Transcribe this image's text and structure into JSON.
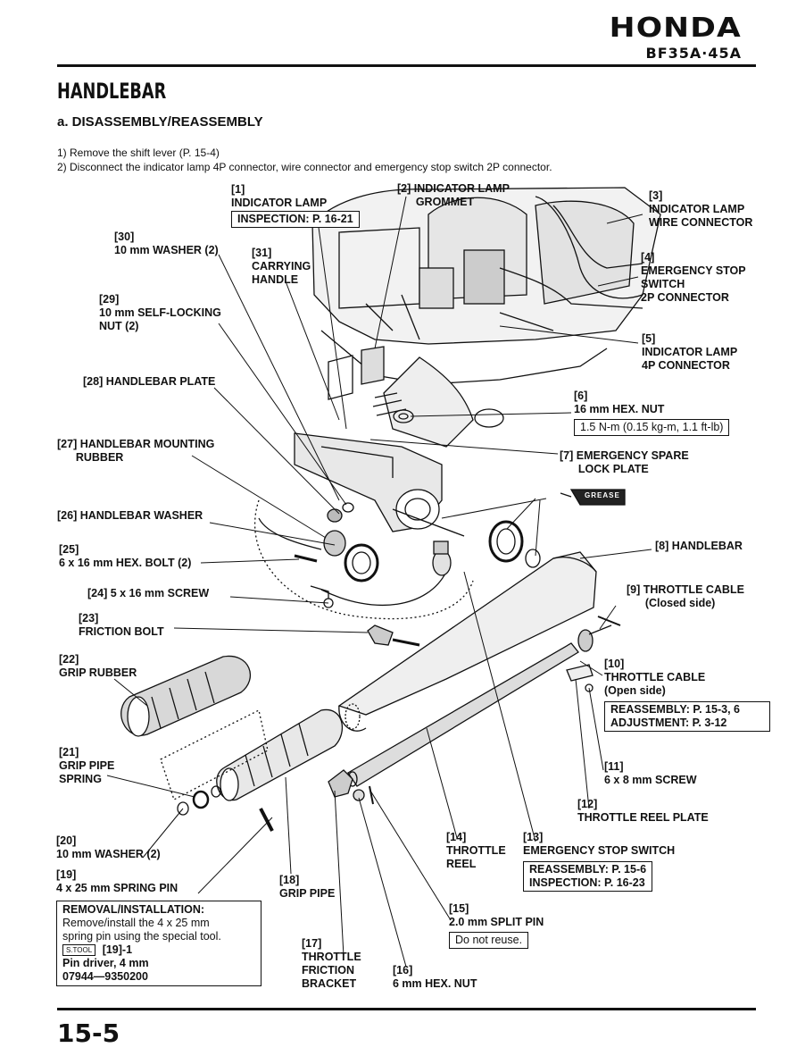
{
  "header": {
    "brand": "HONDA",
    "model": "BF35A·45A"
  },
  "section_title": "HANDLEBAR",
  "subsection_title": "a. DISASSEMBLY/REASSEMBLY",
  "steps": [
    "1) Remove the shift lever (P. 15-4)",
    "2) Disconnect the indicator lamp 4P connector, wire connector and emergency stop switch 2P connector."
  ],
  "callouts": {
    "c1": "[1]\nINDICATOR LAMP",
    "c1_box": "INSPECTION: P. 16-21",
    "c2": "[2] INDICATOR LAMP\n      GROMMET",
    "c3": "[3]\nINDICATOR LAMP\nWIRE CONNECTOR",
    "c4": "[4]\nEMERGENCY STOP\nSWITCH\n2P CONNECTOR",
    "c5": "[5]\nINDICATOR LAMP\n4P CONNECTOR",
    "c6": "[6]\n16 mm HEX. NUT",
    "c6_box": "1.5 N-m (0.15 kg-m, 1.1 ft-lb)",
    "c7": "[7] EMERGENCY SPARE\n      LOCK PLATE",
    "c8": "[8] HANDLEBAR",
    "c9": "[9] THROTTLE CABLE\n      (Closed side)",
    "c10": "[10]\nTHROTTLE CABLE\n(Open side)",
    "c10_box": "REASSEMBLY: P. 15-3, 6\nADJUSTMENT: P. 3-12",
    "c11": "[11]\n6 x 8 mm SCREW",
    "c12": "[12]\nTHROTTLE REEL PLATE",
    "c13": "[13]\nEMERGENCY STOP SWITCH",
    "c13_box": "REASSEMBLY: P. 15-6\nINSPECTION: P. 16-23",
    "c14": "[14]\nTHROTTLE\nREEL",
    "c15": "[15]\n2.0 mm SPLIT PIN",
    "c15_box": "Do not reuse.",
    "c16": "[16]\n6 mm HEX. NUT",
    "c17": "[17]\nTHROTTLE\nFRICTION\nBRACKET",
    "c18": "[18]\nGRIP PIPE",
    "c19": "[19]\n4 x 25 mm SPRING PIN",
    "c20": "[20]\n10 mm WASHER (2)",
    "c21": "[21]\nGRIP PIPE\nSPRING",
    "c22": "[22]\nGRIP RUBBER",
    "c23": "[23]\nFRICTION BOLT",
    "c24": "[24] 5 x 16 mm SCREW",
    "c25": "[25]\n6 x 16 mm HEX. BOLT (2)",
    "c26": "[26] HANDLEBAR WASHER",
    "c27": "[27] HANDLEBAR MOUNTING\n      RUBBER",
    "c28": "[28] HANDLEBAR PLATE",
    "c29": "[29]\n10 mm SELF-LOCKING\nNUT (2)",
    "c30": "[30]\n10 mm WASHER (2)",
    "c31": "[31]\nCARRYING\nHANDLE"
  },
  "removal_box": {
    "title": "REMOVAL/INSTALLATION:",
    "line1": "Remove/install the 4 x 25 mm",
    "line2": "spring pin using the special tool.",
    "tool_badge": "S.TOOL",
    "tool_ref": "[19]-1",
    "tool_name": "Pin driver, 4 mm",
    "tool_number": "07944—9350200"
  },
  "grease_label": "GREASE",
  "page_number": "15-5"
}
